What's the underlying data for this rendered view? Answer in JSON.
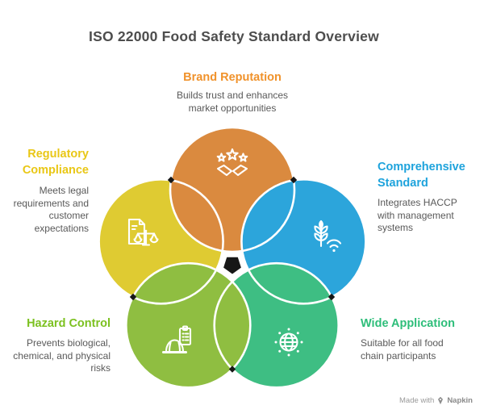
{
  "title": "ISO 22000 Food Safety Standard Overview",
  "segments": [
    {
      "id": "brand-reputation",
      "label": "Brand Reputation",
      "label_lines": [
        "Brand Reputation"
      ],
      "description": "Builds trust and enhances market opportunities",
      "desc_lines": [
        "Builds trust and enhances",
        "market opportunities"
      ],
      "color": "#DA8A3F",
      "label_color": "#F0922B",
      "icon": "stars-handshake-icon"
    },
    {
      "id": "comprehensive-standard",
      "label": "Comprehensive Standard",
      "label_lines": [
        "Comprehensive",
        "Standard"
      ],
      "description": "Integrates HACCP with management systems",
      "desc_lines": [
        "Integrates HACCP",
        "with management",
        "systems"
      ],
      "color": "#2CA5DB",
      "label_color": "#1EA3DC",
      "icon": "wheat-signal-icon"
    },
    {
      "id": "wide-application",
      "label": "Wide Application",
      "label_lines": [
        "Wide Application"
      ],
      "description": "Suitable for all food chain participants",
      "desc_lines": [
        "Suitable for all food",
        "chain participants"
      ],
      "color": "#3EBE83",
      "label_color": "#2EBE7A",
      "icon": "globe-network-icon"
    },
    {
      "id": "hazard-control",
      "label": "Hazard Control",
      "label_lines": [
        "Hazard Control"
      ],
      "description": "Prevents biological, chemical, and physical risks",
      "desc_lines": [
        "Prevents biological,",
        "chemical, and physical",
        "risks"
      ],
      "color": "#8FBE41",
      "label_color": "#7CC120",
      "icon": "hardhat-checklist-icon"
    },
    {
      "id": "regulatory-compliance",
      "label": "Regulatory Compliance",
      "label_lines": [
        "Regulatory",
        "Compliance"
      ],
      "description": "Meets legal requirements and customer expectations",
      "desc_lines": [
        "Meets legal",
        "requirements and",
        "customer",
        "expectations"
      ],
      "color": "#DFCB32",
      "label_color": "#E9C716",
      "icon": "document-scales-icon"
    }
  ],
  "attribution": {
    "prefix": "Made with",
    "brand": "Napkin",
    "icon": "pen-nib-icon"
  },
  "colors": {
    "background": "#FFFFFF",
    "title_text": "#4D4D4D",
    "body_text": "#595959",
    "attribution_text": "#8C8C8C",
    "circle_outline": "#FFFFFF",
    "center_shape": "#171717"
  }
}
